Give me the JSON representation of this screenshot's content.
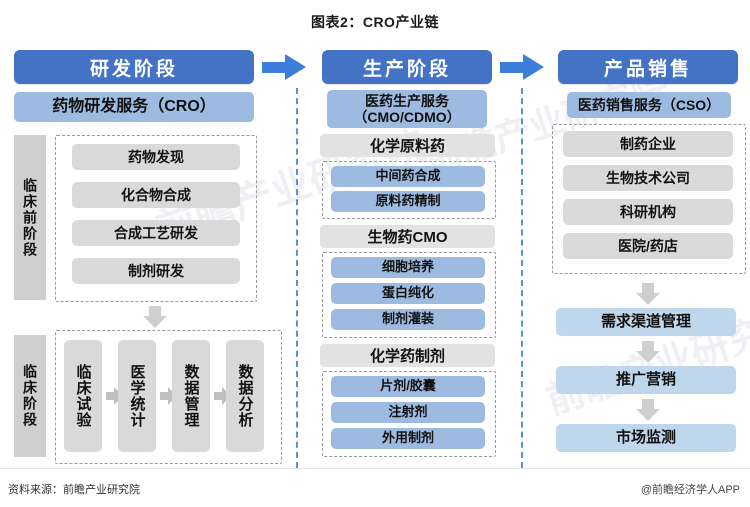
{
  "title": "图表2：CRO产业链",
  "footer": {
    "source": "资料来源：前瞻产业研究院",
    "brand": "@前瞻经济学人APP"
  },
  "stages": [
    {
      "header": "研发阶段"
    },
    {
      "header": "生产阶段"
    },
    {
      "header": "产品销售"
    }
  ],
  "rnd": {
    "service_box": "药物研发服务（CRO）",
    "preclinical_label": "临床前阶段",
    "preclinical_items": [
      "药物发现",
      "化合物合成",
      "合成工艺研发",
      "制剂研发"
    ],
    "clinical_label": "临床阶段",
    "clinical_items": [
      "临床试验",
      "医学统计",
      "数据管理",
      "数据分析"
    ]
  },
  "production": {
    "service_box": "医药生产服务\n(CMO/CDMO)",
    "service_box_line1": "医药生产服务",
    "service_box_line2": "（CMO/CDMO）",
    "groups": [
      {
        "header": "化学原料药",
        "items": [
          "中间药合成",
          "原料药精制"
        ]
      },
      {
        "header": "生物药CMO",
        "items": [
          "细胞培养",
          "蛋白纯化",
          "制剂灌装"
        ]
      },
      {
        "header": "化学药制剂",
        "items": [
          "片剂/胶囊",
          "注射剂",
          "外用制剂"
        ]
      }
    ]
  },
  "sales": {
    "service_box": "医药销售服务（CSO）",
    "customers": [
      "制药企业",
      "生物技术公司",
      "科研机构",
      "医院/药店"
    ],
    "flow": [
      "需求渠道管理",
      "推广营销",
      "市场监测"
    ]
  },
  "icons": {
    "stage_arrow": "right-arrow-icon",
    "flow_arrow_down": "down-arrow-icon",
    "flow_arrow_right": "right-arrow-small-icon"
  },
  "colors": {
    "header_blue": "#4472C4",
    "arrow_blue": "#3D7EDB",
    "box_blue": "#9DBBE0",
    "box_lightblue": "#BFD7EC",
    "box_gray": "#D9D9D9",
    "group_header_gray": "#E2E2E2",
    "side_label_gray": "#CFCFCF",
    "dash_separator_blue": "#5B8FD6"
  },
  "watermarks": [
    "前瞻产业研究院",
    "前瞻产业研究院",
    "前瞻产业研究院"
  ]
}
